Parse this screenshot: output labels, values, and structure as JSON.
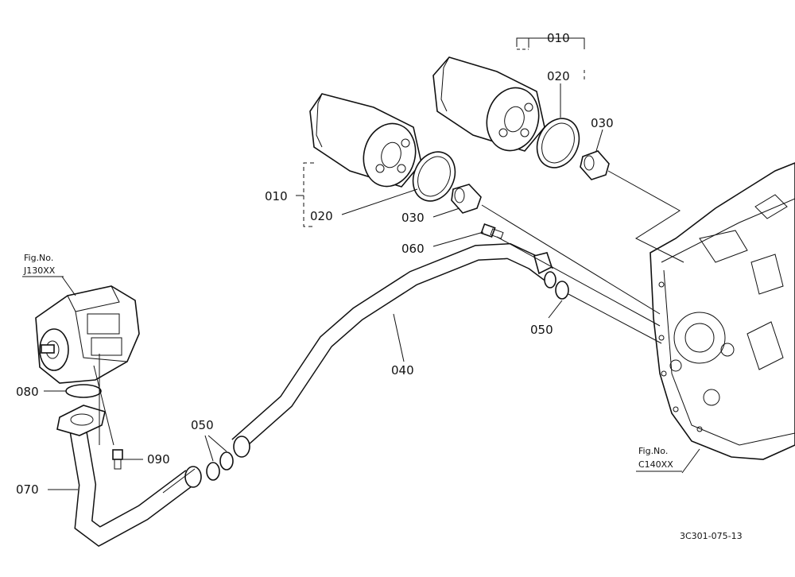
{
  "labels": {
    "p010_top": "010",
    "p020_top": "020",
    "p030_top": "030",
    "p010_left": "010",
    "p020_left": "020",
    "p030_left": "030",
    "p060": "060",
    "p050_right": "050",
    "p040": "040",
    "p050_left": "050",
    "p080": "080",
    "p090": "090",
    "p070": "070"
  },
  "figrefs": {
    "pump_line1": "Fig.No.",
    "pump_line2": "J130XX",
    "trans_line1": "Fig.No.",
    "trans_line2": "C140XX"
  },
  "drawing_code": "3C301-075-13"
}
